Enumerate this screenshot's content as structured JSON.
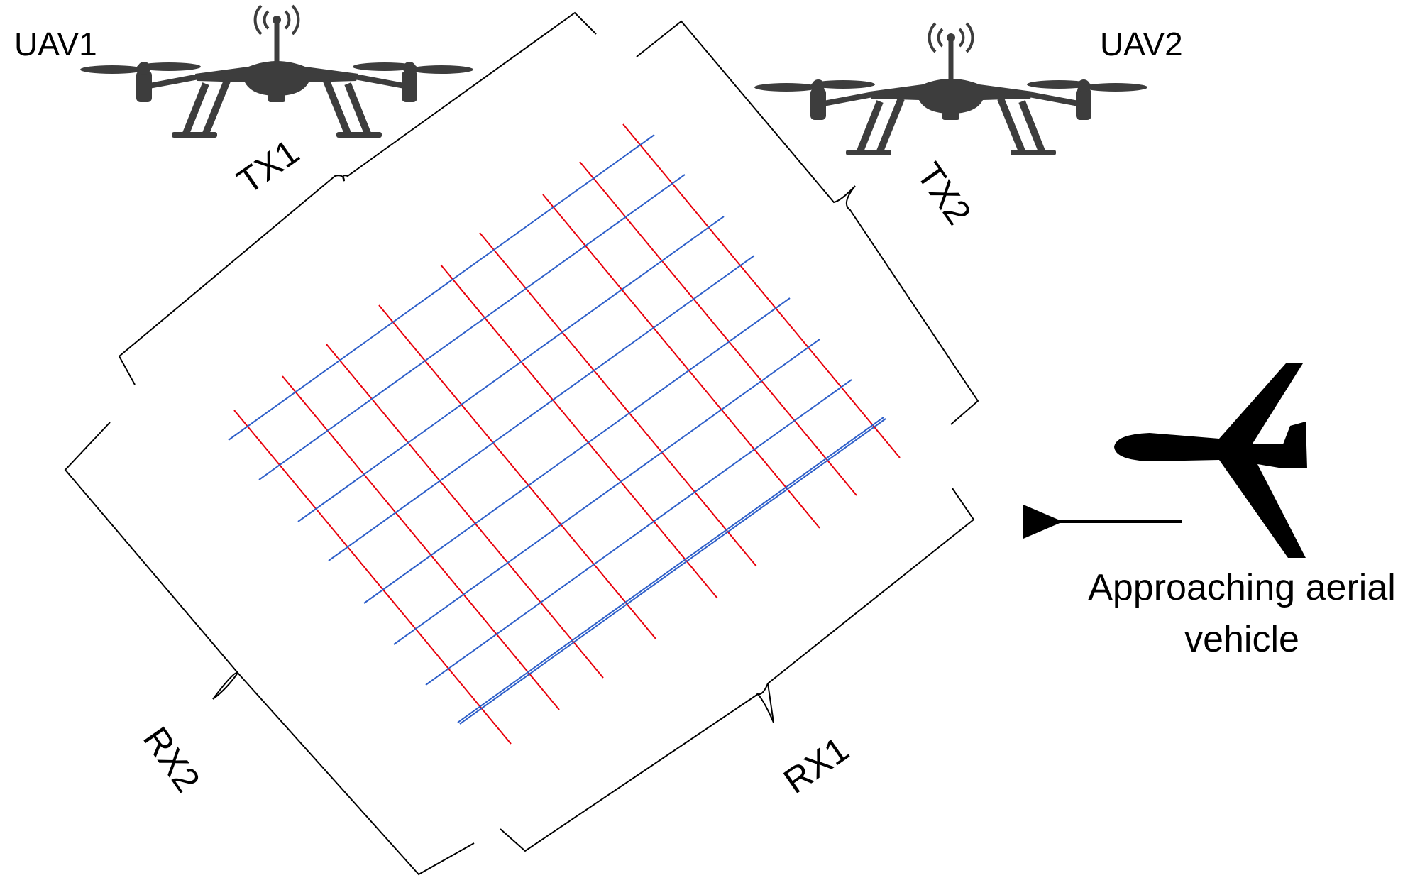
{
  "labels": {
    "uav1": "UAV1",
    "uav2": "UAV2",
    "tx1": "TX1",
    "tx2": "TX2",
    "rx1": "RX1",
    "rx2": "RX2",
    "caption_line1": "Approaching aerial",
    "caption_line2": "vehicle"
  },
  "colors": {
    "tx1_lines": "#e8000b",
    "tx2_lines": "#2e5fc9",
    "brackets": "#000000",
    "drone": "#3d3d3d",
    "aircraft": "#000000"
  },
  "icons": {
    "uav1": "quadcopter-drone-icon",
    "uav2": "quadcopter-drone-icon",
    "aircraft": "fixed-wing-uav-icon",
    "direction": "left-arrow-icon"
  },
  "grid": {
    "red_line_count": 9,
    "blue_line_count": 9
  }
}
